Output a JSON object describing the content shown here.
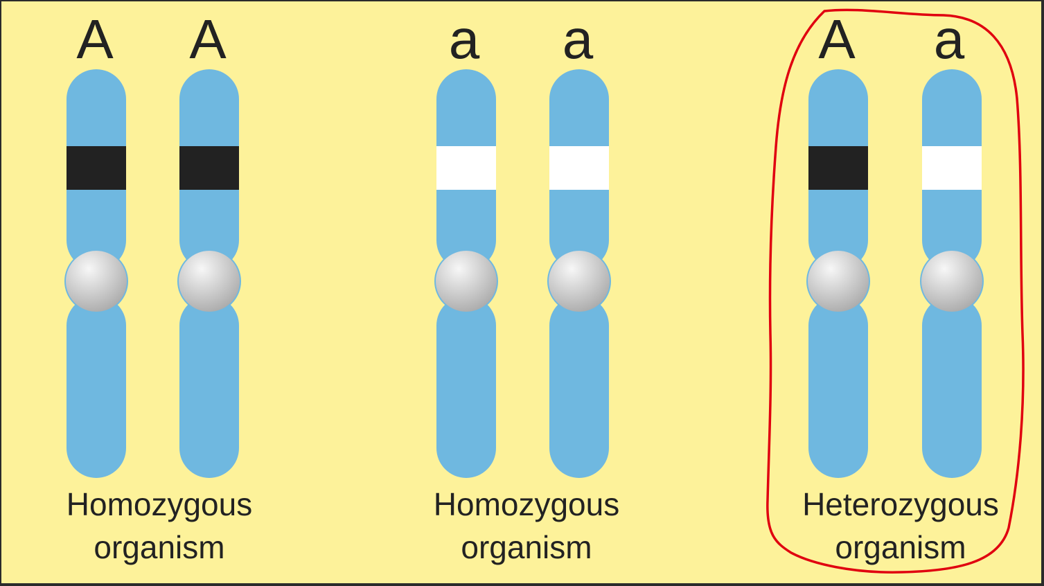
{
  "colors": {
    "background": "#fdf29a",
    "chromosome": "#6fb8e0",
    "dominant_band": "#222222",
    "recessive_band": "#ffffff",
    "centromere_light": "#f7f7f7",
    "centromere_dark": "#a9a9a9",
    "highlight": "#e0000f"
  },
  "groups": [
    {
      "caption_line1": "Homozygous",
      "caption_line2": "organism",
      "chromosomes": [
        {
          "allele": "A",
          "band": "dominant"
        },
        {
          "allele": "A",
          "band": "dominant"
        }
      ]
    },
    {
      "caption_line1": "Homozygous",
      "caption_line2": "organism",
      "chromosomes": [
        {
          "allele": "a",
          "band": "recessive"
        },
        {
          "allele": "a",
          "band": "recessive"
        }
      ]
    },
    {
      "caption_line1": "Heterozygous",
      "caption_line2": "organism",
      "highlighted": true,
      "chromosomes": [
        {
          "allele": "A",
          "band": "dominant"
        },
        {
          "allele": "a",
          "band": "recessive"
        }
      ]
    }
  ]
}
